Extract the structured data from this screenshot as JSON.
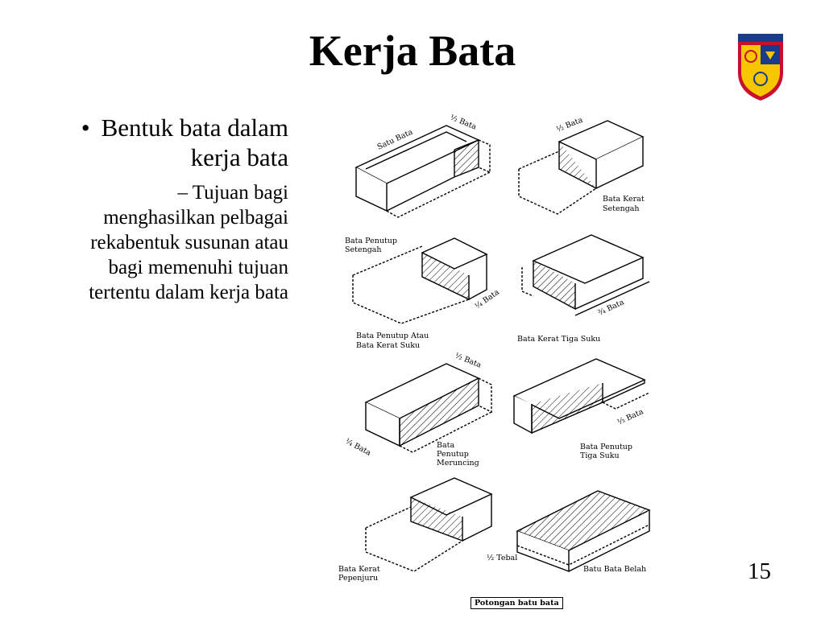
{
  "slide": {
    "title": "Kerja Bata",
    "page_number": "15"
  },
  "content": {
    "bullet_1": "Bentuk bata dalam kerja bata",
    "sub_bullet_1": "Tujuan bagi menghasilkan pelbagai rekabentuk susunan atau bagi memenuhi tujuan tertentu dalam kerja bata"
  },
  "figure": {
    "labels": {
      "satu_bata": "Satu Bata",
      "half_bata_top": "½ Bata",
      "half_bata_right": "½ Bata",
      "kerat_setengah_1": "Bata Kerat",
      "kerat_setengah_2": "Setengah",
      "penutup_setengah_1": "Bata Penutup",
      "penutup_setengah_2": "Setengah",
      "quarter_bata": "¼ Bata",
      "three_quarter_bata": "¾ Bata",
      "penutup_atau_1": "Bata Penutup Atau",
      "penutup_atau_2": "Bata Kerat Suku",
      "kerat_tiga_suku": "Bata Kerat Tiga Suku",
      "half_bata_row3": "½ Bata",
      "quarter_bata_row3": "¼ Bata",
      "meruncing_1": "Bata",
      "meruncing_2": "Penutup",
      "meruncing_3": "Meruncing",
      "third_bata": "⅓ Bata",
      "tiga_suku_1": "Bata Penutup",
      "tiga_suku_2": "Tiga Suku",
      "pepenjuru_1": "Bata Kerat",
      "pepenjuru_2": "Pepenjuru",
      "half_tebal": "½ Tebal",
      "batu_belah": "Batu Bata Belah"
    },
    "caption": "Potongan batu bata"
  }
}
